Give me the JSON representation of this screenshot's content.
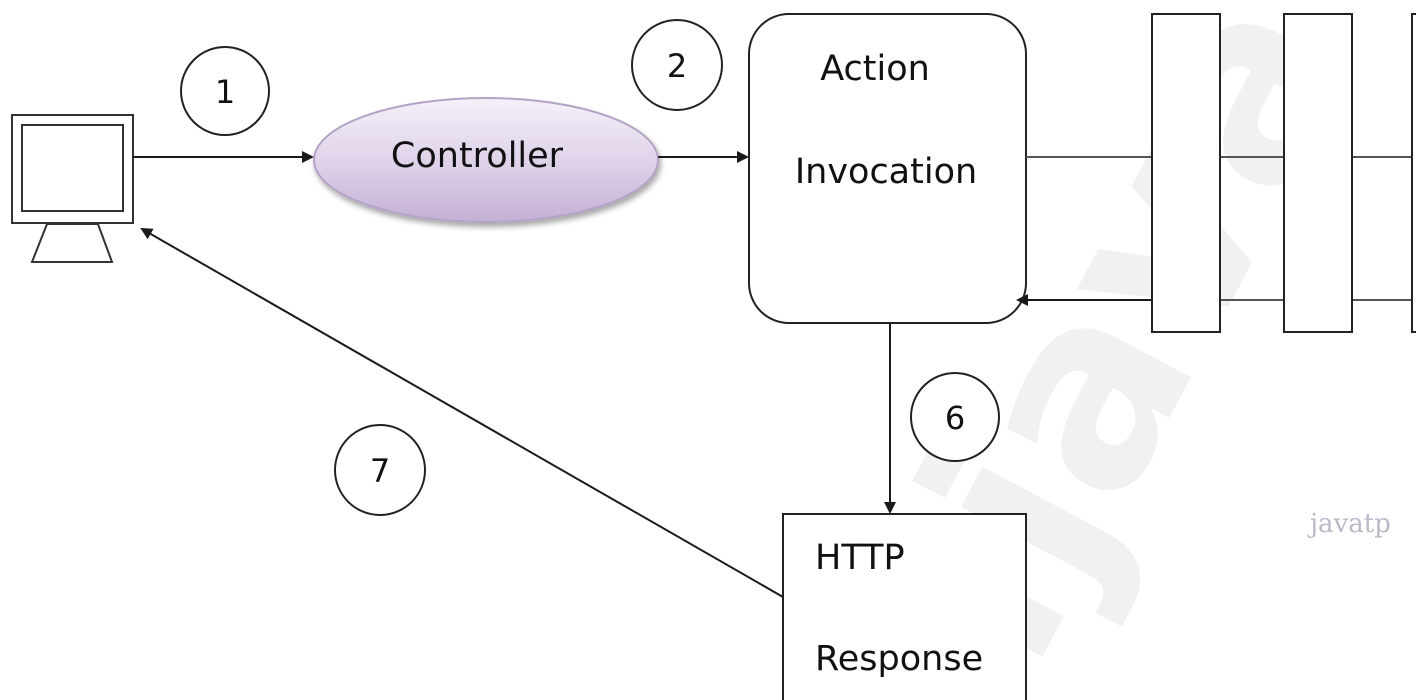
{
  "diagram": {
    "nodes": {
      "controller": {
        "label": "Controller"
      },
      "action_invocation": {
        "label_line1": "Action",
        "label_line2": "Invocation"
      },
      "http_response": {
        "label_line1": "HTTP",
        "label_line2": "Response"
      }
    },
    "steps": [
      "1",
      "2",
      "6",
      "7"
    ]
  },
  "watermark": {
    "big_text": ".java",
    "small_text": "javatp"
  },
  "colors": {
    "line": "#1a1a1a",
    "controller_fill_top": "#f3eef8",
    "controller_fill_bottom": "#c8b6d9",
    "controller_stroke": "#b7a6c9",
    "watermark": "#f1f1f4",
    "watermark_small": "#b9b9c8"
  }
}
